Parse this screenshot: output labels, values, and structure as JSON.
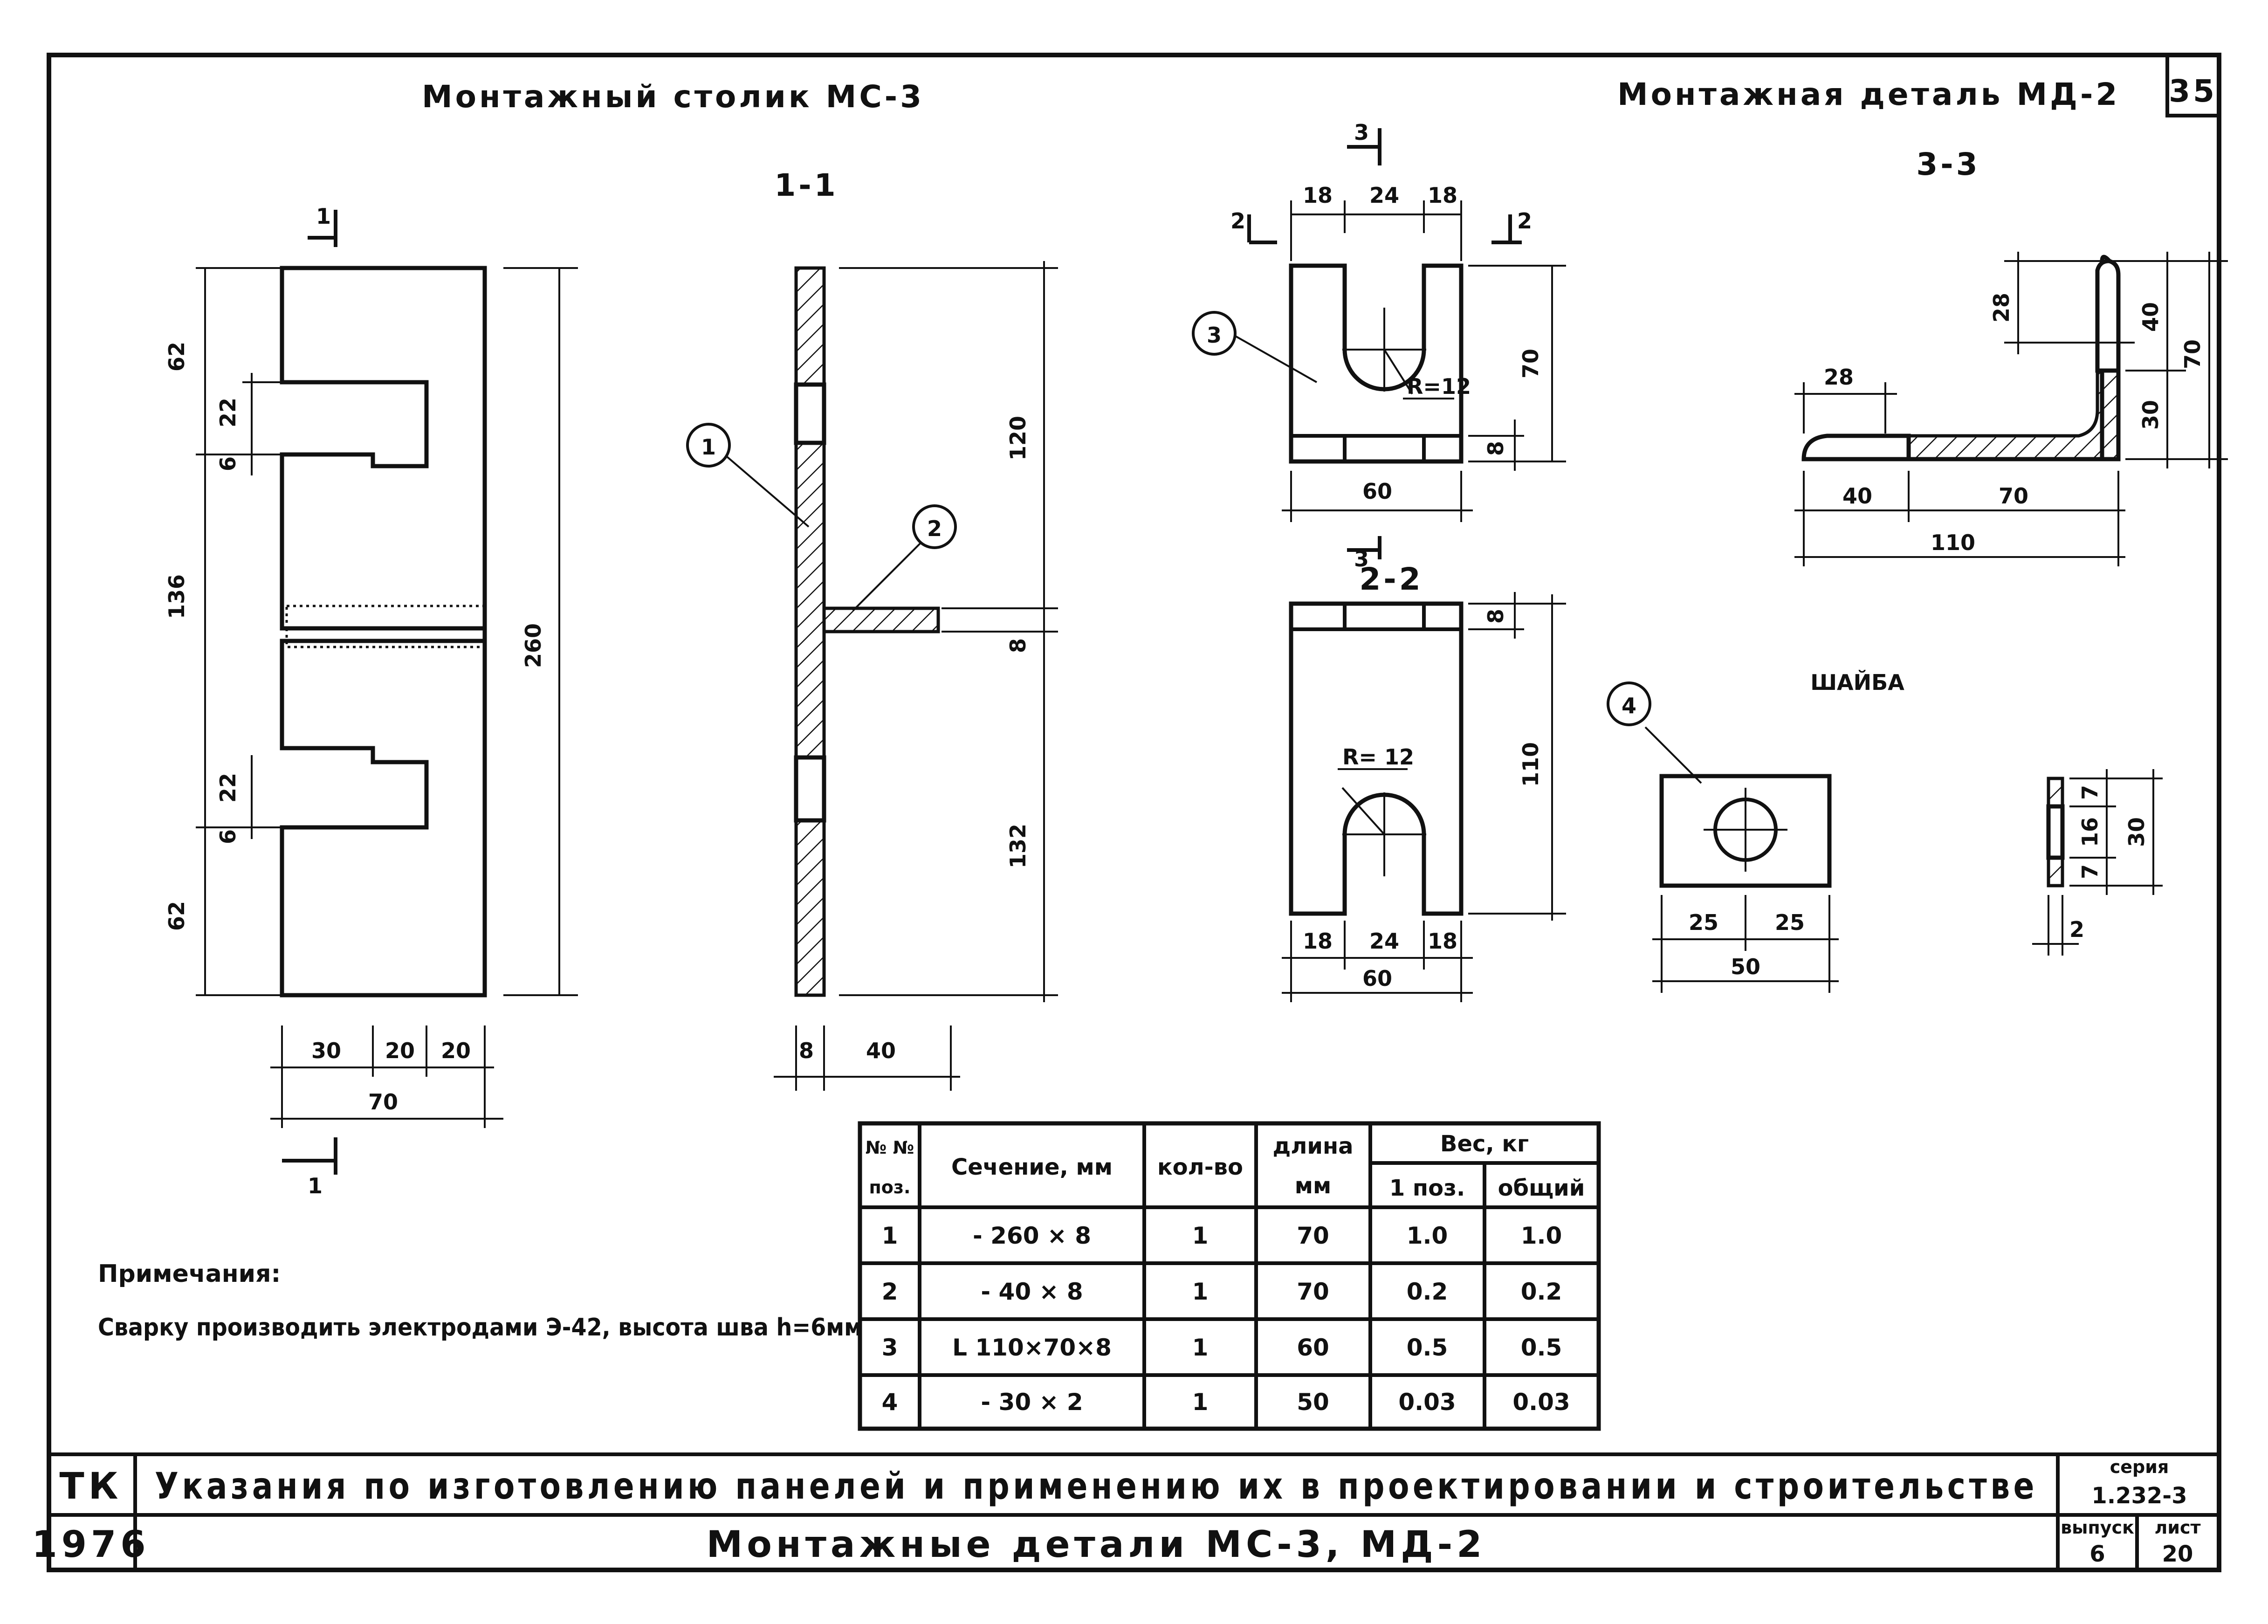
{
  "sheet": {
    "number": "35",
    "left_title": "Монтажный столик МС-3",
    "right_title": "Монтажная деталь МД-2",
    "shim_label": "ШАЙБА"
  },
  "sections": {
    "s1": "1-1",
    "s2": "2-2",
    "s3": "3-3",
    "m1": "1",
    "m2": "2",
    "m3": "3"
  },
  "callouts": [
    "1",
    "2",
    "3",
    "4"
  ],
  "dims": {
    "table_front": {
      "top": "62",
      "slot": "22",
      "gap": "6",
      "middle": "136",
      "bottom": "62",
      "total_h": "260",
      "w1": "30",
      "w2": "20",
      "w3": "20",
      "total_w": "70"
    },
    "section_1_1": {
      "upper": "120",
      "plate": "8",
      "lower": "132",
      "thickness": "8",
      "width": "40"
    },
    "detail_3_view": {
      "w1": "18",
      "w2": "24",
      "w3": "18",
      "h": "70",
      "rim": "8",
      "radius": "R=12",
      "total_w": "60"
    },
    "detail_2_2": {
      "rim": "8",
      "h": "110",
      "radius": "R= 12",
      "w1": "18",
      "w2": "24",
      "w3": "18",
      "total_w": "60"
    },
    "angle_3_3": {
      "top": "28",
      "upper": "40",
      "lower": "30",
      "total_h": "70",
      "flange": "28",
      "a": "40",
      "b": "70",
      "total_w": "110"
    },
    "shim": {
      "a": "25",
      "b": "25",
      "total_w": "50",
      "edge1": "7",
      "hole": "16",
      "edge2": "7",
      "total_h": "30",
      "thickness": "2"
    }
  },
  "table": {
    "headers": {
      "pos_top": "№ №",
      "pos_bottom": "поз.",
      "section": "Сечение, мм",
      "qty": "кол-во",
      "length_top": "длина",
      "length_bottom": "мм",
      "weight": "Вес, кг",
      "weight_one": "1 поз.",
      "weight_total": "общий"
    },
    "rows": [
      {
        "pos": "1",
        "section": "- 260 × 8",
        "qty": "1",
        "length": "70",
        "w1": "1.0",
        "wt": "1.0"
      },
      {
        "pos": "2",
        "section": "- 40 × 8",
        "qty": "1",
        "length": "70",
        "w1": "0.2",
        "wt": "0.2"
      },
      {
        "pos": "3",
        "section": "L 110×70×8",
        "qty": "1",
        "length": "60",
        "w1": "0.5",
        "wt": "0.5"
      },
      {
        "pos": "4",
        "section": "- 30 × 2",
        "qty": "1",
        "length": "50",
        "w1": "0.03",
        "wt": "0.03"
      }
    ]
  },
  "notes": {
    "title": "Примечания:",
    "text": "Сварку производить электродами Э-42, высота шва h=6мм"
  },
  "title_block": {
    "org": "ТК",
    "year": "1976",
    "title": "Указания по изготовлению панелей и применению их в проектировании и строительстве",
    "subtitle": "Монтажные детали МС-3, МД-2",
    "series_label": "серия",
    "series": "1.232-3",
    "issue_label": "выпуск",
    "issue": "6",
    "sheet_label": "лист",
    "sheet": "20"
  }
}
